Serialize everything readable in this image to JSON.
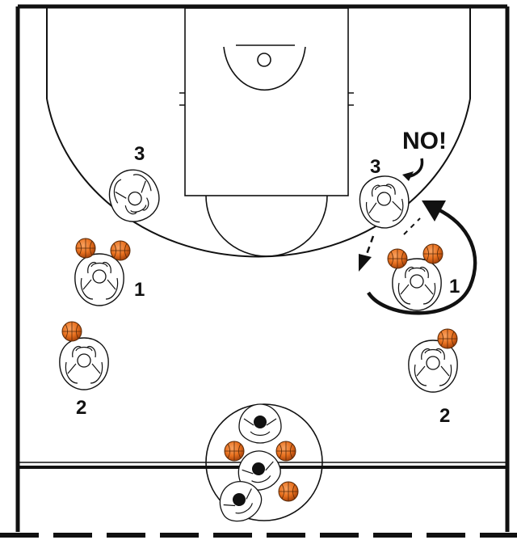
{
  "labels": {
    "warning": "NO!",
    "left_wing_top": "3",
    "left_wing_mid": "1",
    "left_corner": "2",
    "right_wing_top": "3",
    "right_wing_mid": "1",
    "right_corner": "2"
  },
  "colors": {
    "ball": "#e8701e",
    "ball_dark": "#a8440c",
    "line": "#111111",
    "court": "#ffffff"
  },
  "icons": [
    "basketball-icon",
    "player-icon",
    "coach-icon",
    "arrow-icon"
  ]
}
